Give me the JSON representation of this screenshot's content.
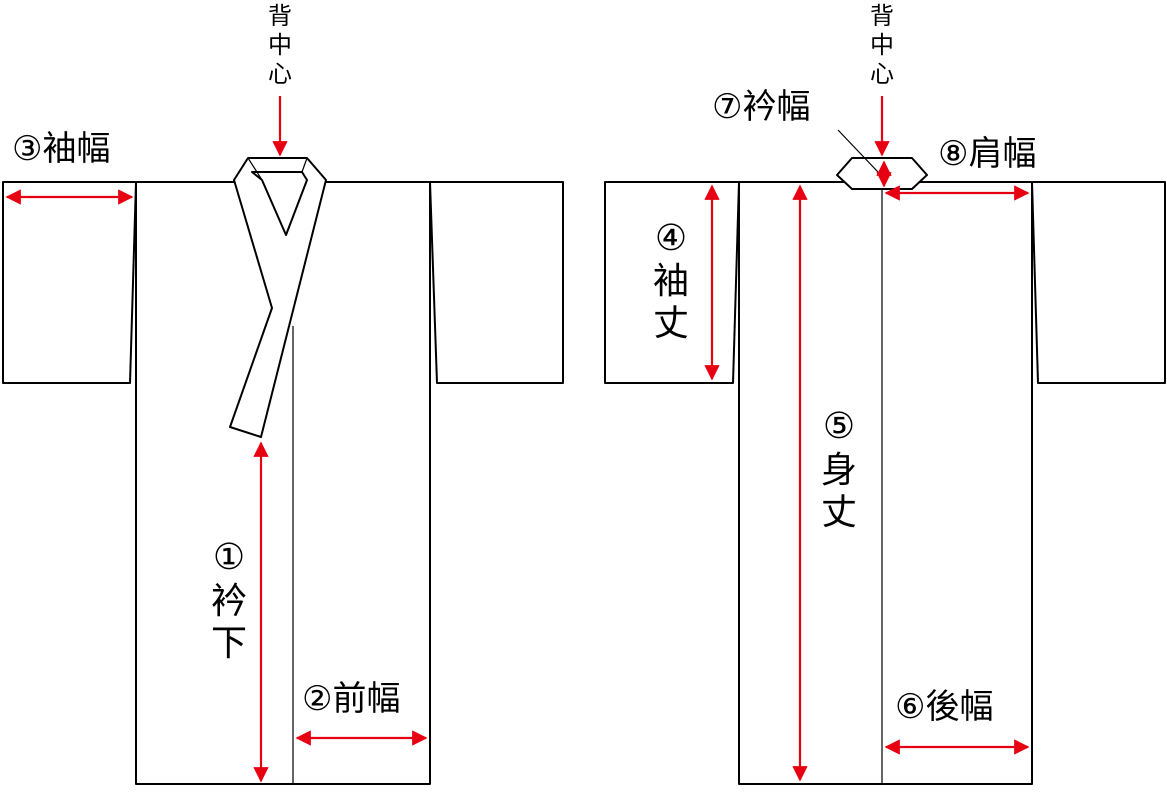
{
  "colors": {
    "dimension": "#e60012",
    "outline": "#000000",
    "background": "#ffffff"
  },
  "labels": {
    "front": {
      "center_back": [
        "背",
        "中",
        "心"
      ],
      "sleeve_width": "③袖幅",
      "collar_down": [
        "①",
        "衿",
        "下"
      ],
      "front_width": "②前幅"
    },
    "back": {
      "center_back": [
        "背",
        "中",
        "心"
      ],
      "collar_width": "⑦衿幅",
      "shoulder_width": "⑧肩幅",
      "sleeve_length": [
        "④",
        "袖",
        "丈"
      ],
      "body_length": [
        "⑤",
        "身",
        "丈"
      ],
      "back_width": "⑥後幅"
    }
  }
}
